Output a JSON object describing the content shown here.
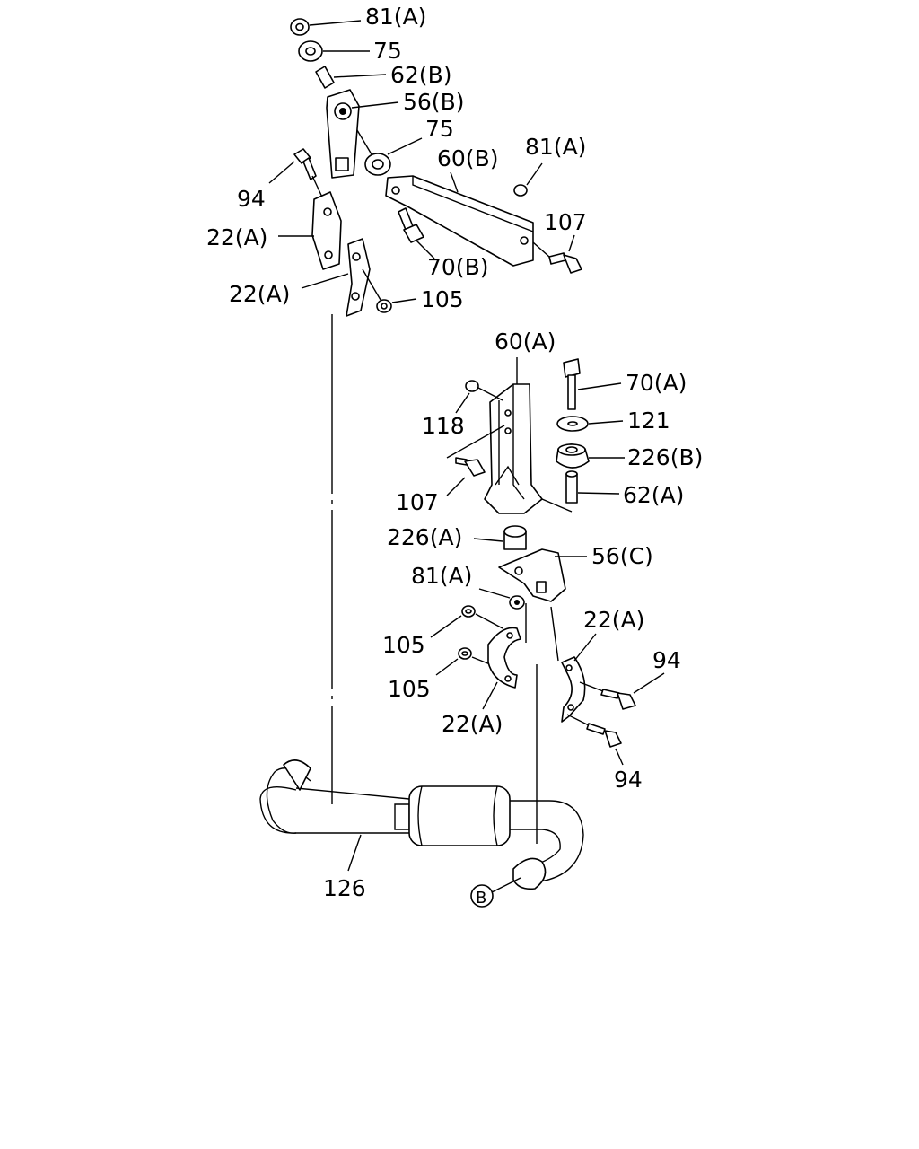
{
  "callouts": {
    "nut_81a_top": "81(A)",
    "bushing_75_top": "75",
    "collar_62b": "62(B)",
    "link_56b": "56(B)",
    "bushing_75_mid": "75",
    "bracket_60b": "60(B)",
    "nut_81a_right": "81(A)",
    "bolt_94_left": "94",
    "bolt_107_top": "107",
    "clamp_22a_upper": "22(A)",
    "bolt_70b": "70(B)",
    "clamp_22a_lower": "22(A)",
    "nut_105_top": "105",
    "bracket_60a": "60(A)",
    "bolt_70a": "70(A)",
    "washer_121": "121",
    "nut_118": "118",
    "rubber_226b": "226(B)",
    "bolt_107_mid": "107",
    "collar_62a": "62(A)",
    "rubber_226a": "226(A)",
    "link_56c": "56(C)",
    "nut_81a_low": "81(A)",
    "clamp_22a_right": "22(A)",
    "nut_105_a": "105",
    "bolt_94_right": "94",
    "nut_105_b": "105",
    "clamp_22a_bottom": "22(A)",
    "bolt_94_bottom": "94",
    "pipe_126": "126",
    "ref_b": "B"
  }
}
